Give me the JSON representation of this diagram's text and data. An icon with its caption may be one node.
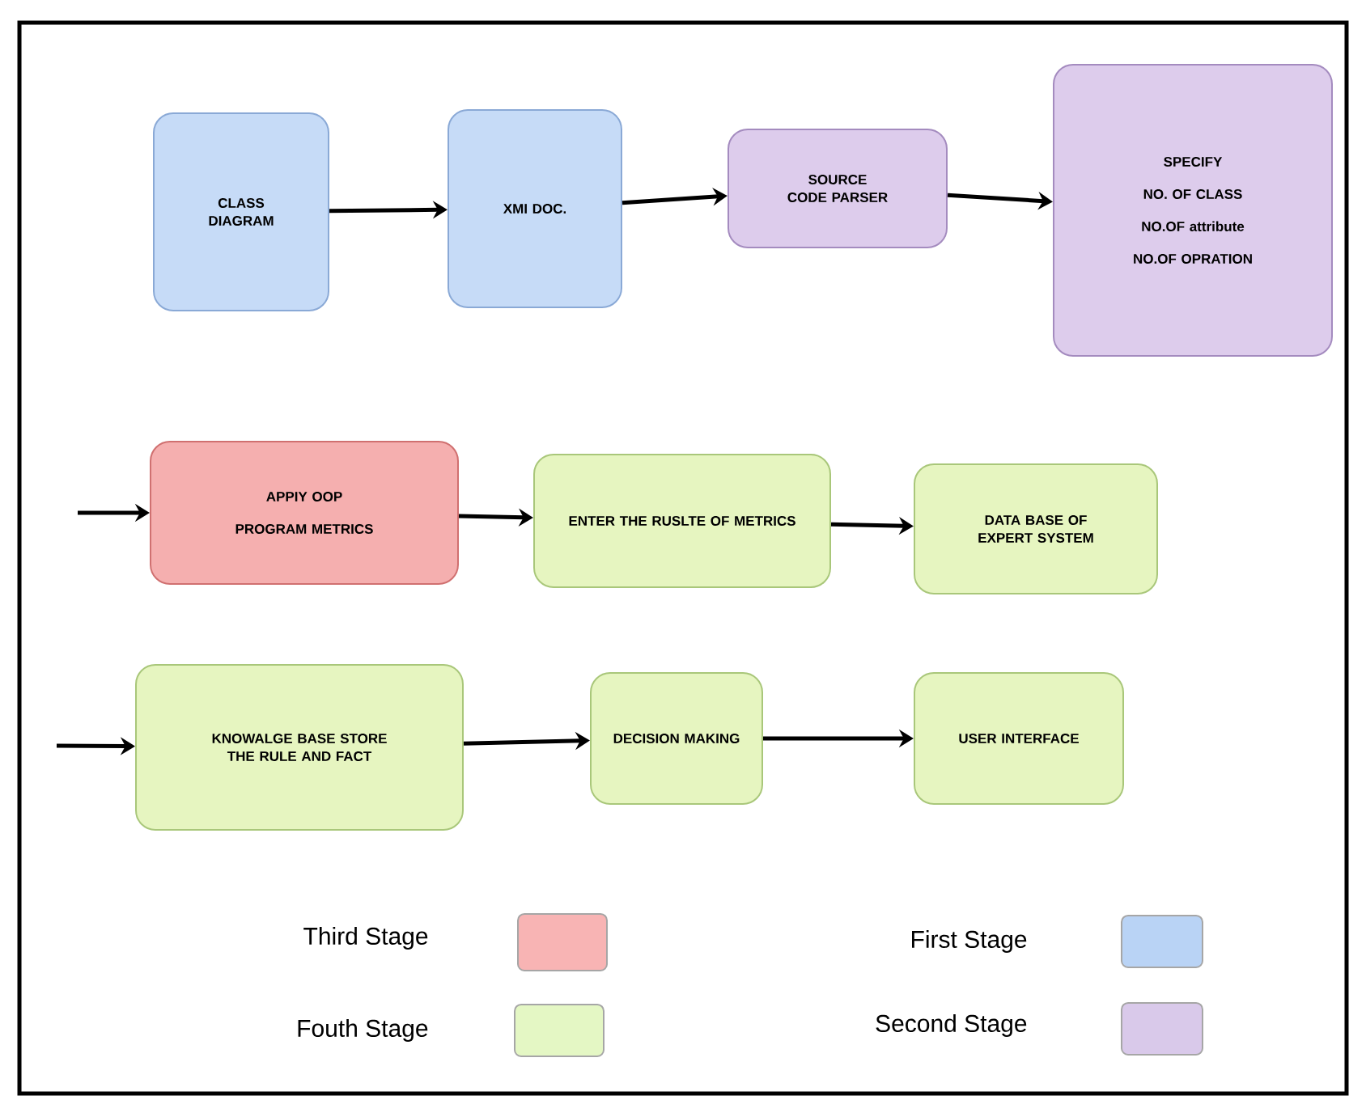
{
  "diagram": {
    "nodes": [
      {
        "text": [
          "CLASS DIAGRAM"
        ]
      },
      {
        "text": [
          "XMI DOC."
        ]
      },
      {
        "text": [
          "SOURCE CODE PARSER"
        ]
      },
      {
        "text": [
          "SPECIFY",
          "NO. OF CLASS",
          "NO.OF attribute",
          "NO.OF OPRATION"
        ]
      },
      {
        "text": [
          "APPIY OOP",
          "PROGRAM METRICS"
        ]
      },
      {
        "text": [
          "ENTER THE RUSLTE OF METRICS"
        ]
      },
      {
        "text": [
          "DATA BASE OF EXPERT SYSTEM"
        ]
      },
      {
        "text": [
          "KNOWALGE BASE STORE THE RULE AND FACT"
        ]
      },
      {
        "text": [
          "DECISION MAKING"
        ]
      },
      {
        "text": [
          "USER INTERFACE"
        ]
      }
    ],
    "edges": [
      {
        "from": 0,
        "to": 1,
        "arrow": "to"
      },
      {
        "from": 1,
        "to": 2,
        "arrow": "to"
      },
      {
        "from": 2,
        "to": 3,
        "arrow": "to"
      },
      {
        "from": null,
        "to": 4,
        "arrow": "to"
      },
      {
        "from": 4,
        "to": 5,
        "arrow": "to"
      },
      {
        "from": 5,
        "to": 6,
        "arrow": "to"
      },
      {
        "from": null,
        "to": 7,
        "arrow": "to"
      },
      {
        "from": 7,
        "to": 8,
        "arrow": "to"
      },
      {
        "from": 8,
        "to": 9,
        "arrow": "to"
      }
    ],
    "legend": [
      {
        "text": "Third Stage",
        "color": "#f8b4b4"
      },
      {
        "text": "Fouth Stage",
        "color": "#e4f7c4"
      },
      {
        "text": "First Stage",
        "color": "#b9d3f5"
      },
      {
        "text": "Second Stage",
        "color": "#d9c9ea"
      }
    ]
  }
}
